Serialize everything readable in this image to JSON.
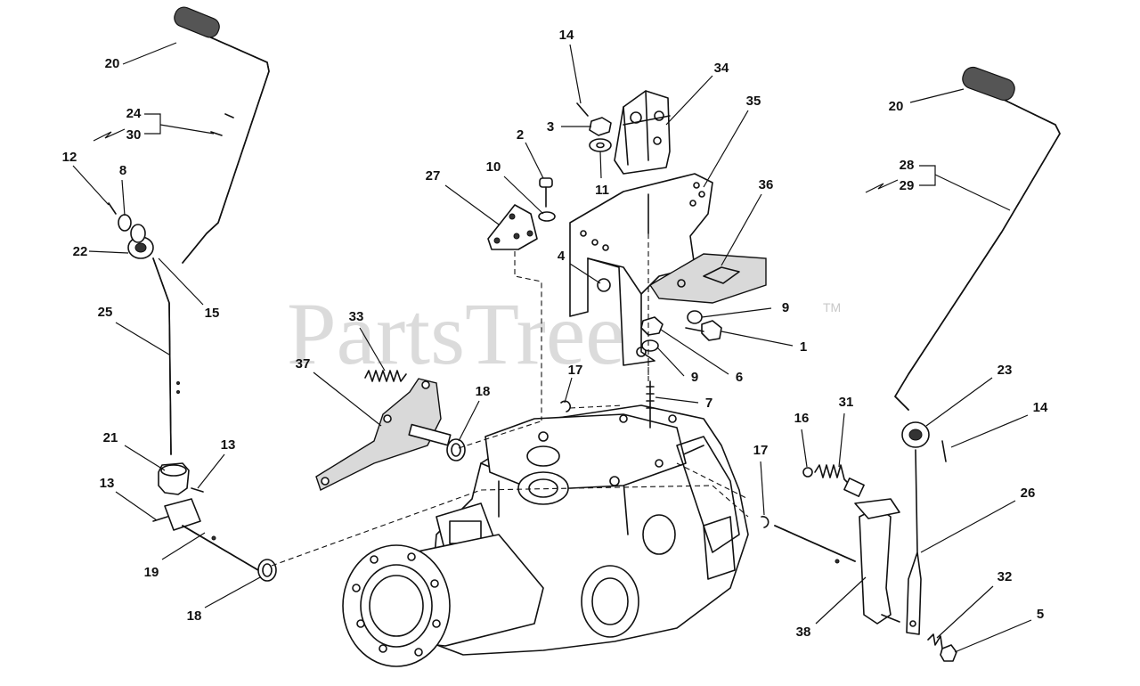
{
  "watermark": {
    "text": "PartsTree",
    "trademark": "TM"
  },
  "callouts": [
    {
      "label": "14"
    },
    {
      "label": "34"
    },
    {
      "label": "35"
    },
    {
      "label": "3"
    },
    {
      "label": "2"
    },
    {
      "label": "11"
    },
    {
      "label": "10"
    },
    {
      "label": "27"
    },
    {
      "label": "36"
    },
    {
      "label": "4"
    },
    {
      "label": "9"
    },
    {
      "label": "1"
    },
    {
      "label": "6"
    },
    {
      "label": "9"
    },
    {
      "label": "17"
    },
    {
      "label": "7"
    },
    {
      "label": "33"
    },
    {
      "label": "37"
    },
    {
      "label": "18"
    },
    {
      "label": "20"
    },
    {
      "label": "24"
    },
    {
      "label": "30"
    },
    {
      "label": "12"
    },
    {
      "label": "8"
    },
    {
      "label": "22"
    },
    {
      "label": "15"
    },
    {
      "label": "25"
    },
    {
      "label": "21"
    },
    {
      "label": "13"
    },
    {
      "label": "13"
    },
    {
      "label": "19"
    },
    {
      "label": "18"
    },
    {
      "label": "20"
    },
    {
      "label": "28"
    },
    {
      "label": "29"
    },
    {
      "label": "23"
    },
    {
      "label": "14"
    },
    {
      "label": "16"
    },
    {
      "label": "31"
    },
    {
      "label": "17"
    },
    {
      "label": "26"
    },
    {
      "label": "32"
    },
    {
      "label": "5"
    },
    {
      "label": "38"
    }
  ]
}
